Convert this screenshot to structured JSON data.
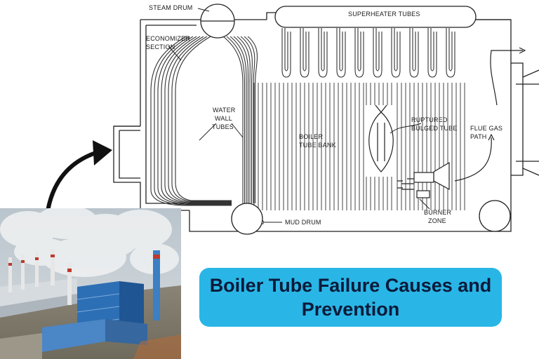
{
  "labels": {
    "steam_drum": "STEAM DRUM",
    "superheater": "SUPERHEATER TUBES",
    "economizer_1": "ECONOMIZER",
    "economizer_2": "SECTION",
    "water_wall_1": "WATER",
    "water_wall_2": "WALL",
    "water_wall_3": "TUBES",
    "boiler_bank_1": "BOILER",
    "boiler_bank_2": "TUBE BANK",
    "ruptured_1": "RUPTURED",
    "ruptured_2": "BULGED TUBE",
    "flue_gas_1": "FLUE GAS",
    "flue_gas_2": "PATH",
    "mud_drum": "MUD DRUM",
    "burner_1": "BURNER",
    "burner_2": "ZONE"
  },
  "banner": {
    "title": "Boiler Tube Failure Causes and Prevention",
    "bg_color": "#29b6e6",
    "text_color": "#0b1a3a"
  },
  "icons": {
    "arrow": "curved-arrow-icon",
    "photo": "power-plant-photo"
  }
}
